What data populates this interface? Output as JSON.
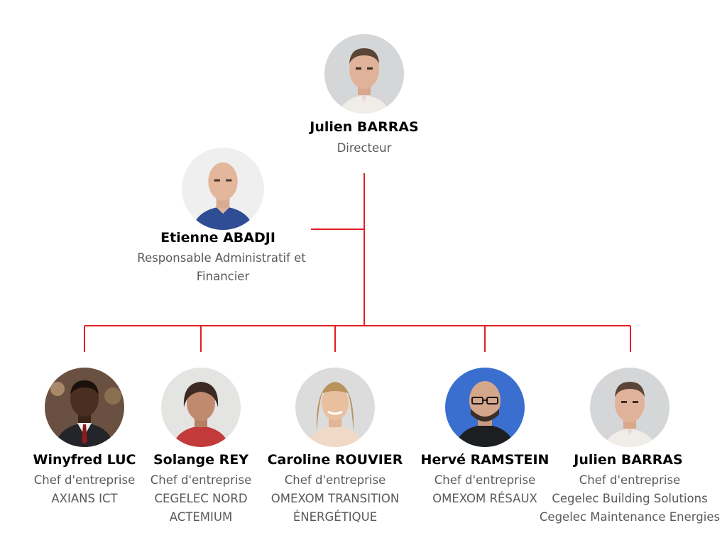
{
  "colors": {
    "connector": "#e31e24",
    "name_text": "#000000",
    "role_text": "#595959"
  },
  "director": {
    "name": "Julien BARRAS",
    "role": "Directeur",
    "avatar_icon": "person-photo-icon"
  },
  "admin": {
    "name": "Etienne ABADJI",
    "role_line1": "Responsable Administratif et",
    "role_line2": "Financier",
    "avatar_icon": "person-photo-icon"
  },
  "managers": [
    {
      "name": "Winyfred LUC",
      "role": "Chef d'entreprise",
      "company_line1": "AXIANS ICT",
      "company_line2": "",
      "avatar_icon": "person-photo-icon"
    },
    {
      "name": "Solange REY",
      "role": "Chef d'entreprise",
      "company_line1": "CEGELEC NORD",
      "company_line2": "ACTEMIUM",
      "avatar_icon": "person-photo-icon"
    },
    {
      "name": "Caroline ROUVIER",
      "role": "Chef d'entreprise",
      "company_line1": "OMEXOM TRANSITION",
      "company_line2": "ÉNERGÉTIQUE",
      "avatar_icon": "person-photo-icon"
    },
    {
      "name": "Hervé RAMSTEIN",
      "role": "Chef d'entreprise",
      "company_line1": "OMEXOM RÉSAUX",
      "company_line2": "",
      "avatar_icon": "person-photo-icon"
    },
    {
      "name": "Julien BARRAS",
      "role": "Chef d'entreprise",
      "company_line1": "Cegelec Building Solutions",
      "company_line2": "Cegelec Maintenance Energies",
      "avatar_icon": "person-photo-icon"
    }
  ]
}
